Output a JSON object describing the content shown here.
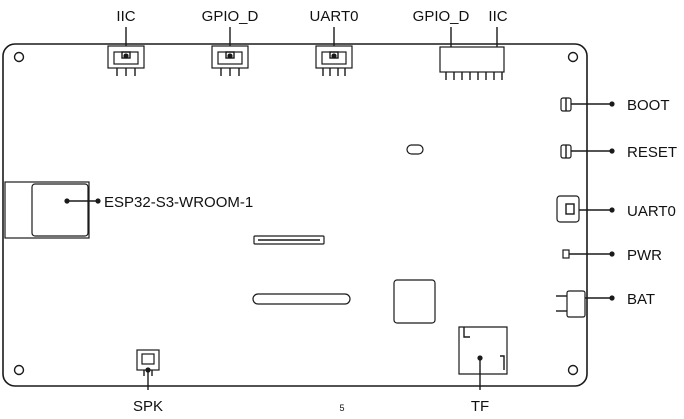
{
  "labels": {
    "top_iic_left": "IIC",
    "top_gpio_d_left": "GPIO_D",
    "top_uart0": "UART0",
    "top_gpio_d_right": "GPIO_D",
    "top_iic_right": "IIC",
    "boot": "BOOT",
    "reset": "RESET",
    "uart0_right": "UART0",
    "pwr": "PWR",
    "bat": "BAT",
    "module": "ESP32-S3-WROOM-1",
    "spk": "SPK",
    "tf": "TF",
    "page_number": "5"
  }
}
